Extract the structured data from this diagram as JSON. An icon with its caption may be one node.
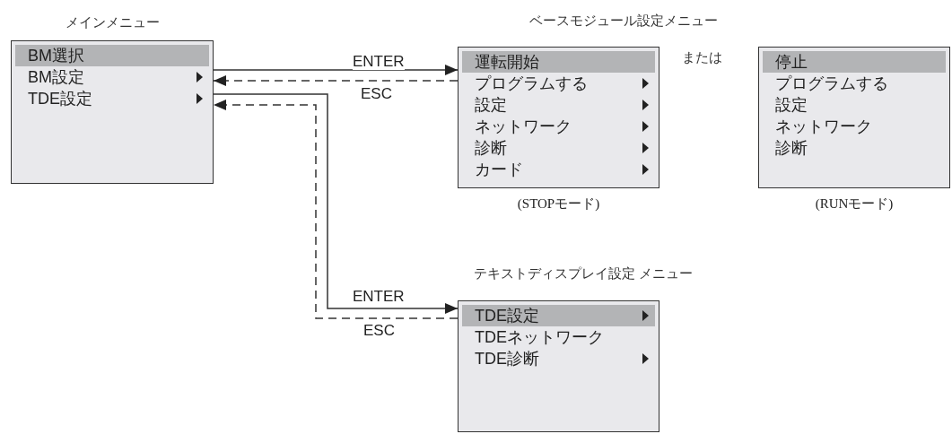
{
  "diagram": {
    "nodes": [
      {
        "text": [
          "メインメニュー",
          "BM選択",
          "BM設定",
          "TDE設定"
        ]
      },
      {
        "text": [
          "運転開始",
          "プログラムする",
          "設定",
          "ネットワーク",
          "診断",
          "カード"
        ],
        "beside": [
          "(STOPモード)"
        ]
      },
      {
        "text": [
          "停止",
          "プログラムする",
          "設定",
          "ネットワーク",
          "診断"
        ],
        "beside": [
          "(RUNモード)"
        ]
      },
      {
        "text": [
          "テキストディスプレイ設定 メニュー",
          "TDE設定",
          "TDEネットワーク",
          "TDE診断"
        ]
      }
    ],
    "edges": [
      {
        "from": 0,
        "to": 1,
        "arrow": "to",
        "label": "ENTER"
      },
      {
        "from": 1,
        "to": 0,
        "arrow": "to",
        "label": "ESC",
        "style": "dashed"
      },
      {
        "from": 0,
        "to": 3,
        "arrow": "to",
        "label": "ENTER"
      },
      {
        "from": 3,
        "to": 0,
        "arrow": "to",
        "label": "ESC",
        "style": "dashed"
      }
    ],
    "labels": [
      "ベースモジュール設定メニュー",
      "または"
    ]
  }
}
